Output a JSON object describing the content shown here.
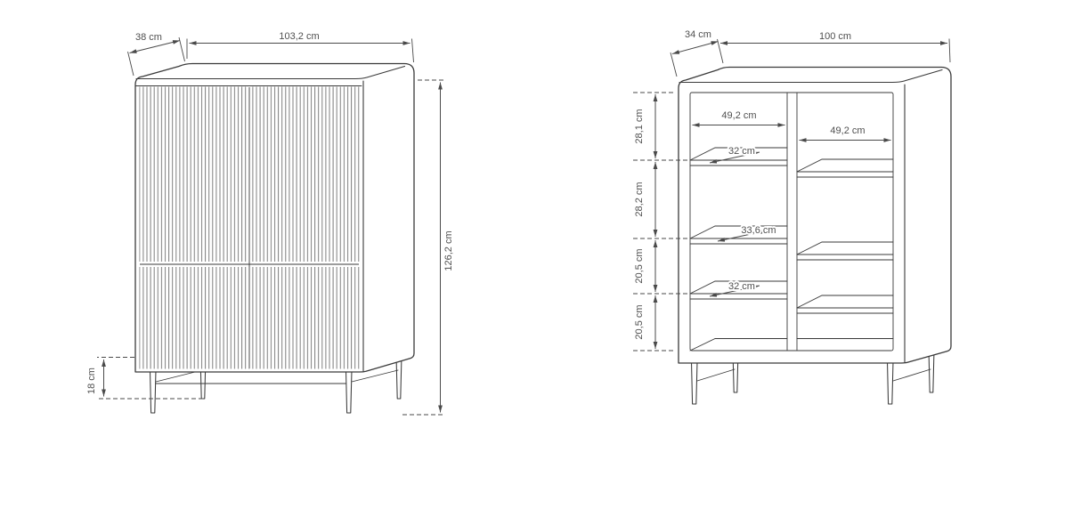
{
  "diagram": {
    "front": {
      "depth": "38 cm",
      "width": "103,2 cm",
      "height": "126,2 cm",
      "leg_height": "18 cm"
    },
    "interior": {
      "depth": "34 cm",
      "width": "100 cm",
      "sections": [
        "28,1 cm",
        "28,2 cm",
        "20,5 cm",
        "20,5 cm"
      ],
      "compartments": [
        "49,2 cm",
        "49,2 cm"
      ],
      "shelf_depths": [
        "32 cm",
        "33,6 cm",
        "32 cm"
      ]
    }
  },
  "colors": {
    "background": "#ffffff",
    "line": "#3a3a3a",
    "dim": "#4a4a4a",
    "text": "#4f4f4f",
    "flute": "#7d7d7d"
  }
}
